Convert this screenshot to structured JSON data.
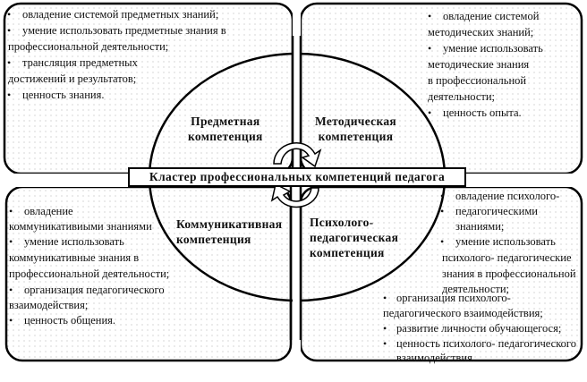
{
  "banner": "Кластер профессиональных компетенций педагога",
  "competencies": {
    "subject": [
      "Предметная",
      "компетенция"
    ],
    "methodical": [
      "Методическая",
      "компетенция"
    ],
    "communicative": [
      "Коммуникативная",
      "компетенция"
    ],
    "psychopedagogical": [
      "Психолого-",
      "педагогическая",
      "компетенция"
    ]
  },
  "boxes": {
    "top_left": [
      "овладение системой предметных знаний;",
      "умение использовать предметные знания в",
      "профессиональной деятельности;",
      "трансляция предметных",
      "достижений и результатов;",
      "ценность знания."
    ],
    "top_right": [
      "овладение системой",
      "методических знаний;",
      "умение использовать",
      "методические знания",
      "в профессиональной",
      "деятельности;",
      "ценность опыта."
    ],
    "bottom_left": [
      "овладение",
      "коммуникативиыми знаниями",
      "умение использовать",
      "коммуникативные знания в",
      "профессиональной деятельности;",
      "организация педагогического",
      "взаимодействия;",
      "ценность общения."
    ],
    "bottom_right": [
      "овладение психолого-",
      "педагогическими",
      "знаниями;",
      "умение использовать",
      "психолого- педагогические",
      "знания в профессиональной",
      "деятельности;",
      "организация психолого-",
      "педагогического взаимодействия;",
      "развитие личности обучающегося;",
      "ценность психолого- педагогического",
      "взаимодействия."
    ]
  },
  "bullet": "•"
}
